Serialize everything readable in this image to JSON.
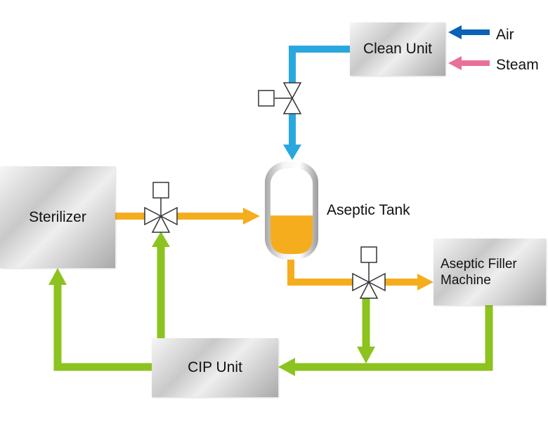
{
  "units": {
    "clean_unit": "Clean Unit",
    "sterilizer": "Sterilizer",
    "aseptic_filler_line1": "Aseptic Filler",
    "aseptic_filler_line2": "Machine",
    "cip_unit": "CIP Unit"
  },
  "tank": {
    "label": "Aseptic Tank",
    "fill_level": 0.45
  },
  "inputs": {
    "air": "Air",
    "steam": "Steam"
  },
  "colors": {
    "product_line": "#f5ad1e",
    "cip_line": "#8cc31f",
    "clean_line": "#29a8e0",
    "air_arrow": "#0a62b4",
    "steam_arrow": "#e9709a"
  }
}
